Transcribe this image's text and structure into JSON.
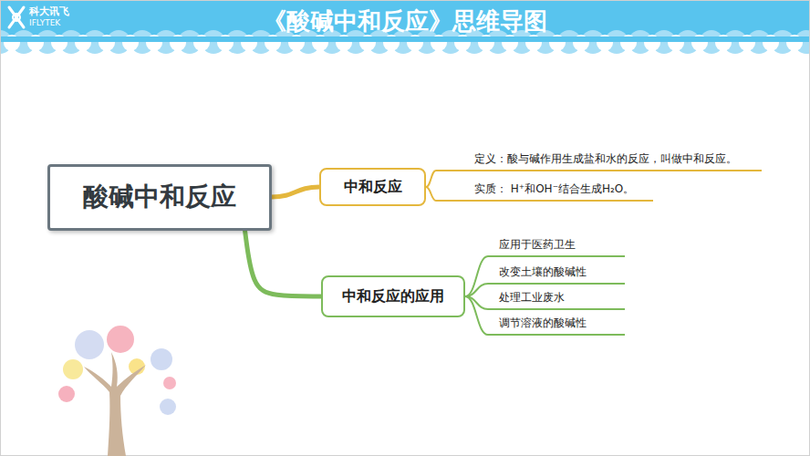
{
  "diagram": {
    "title": "《酸碱中和反应》思维导图",
    "nodes": [
      {
        "text": [
          "酸碱中和反应"
        ]
      },
      {
        "text": [
          "中和反应"
        ]
      },
      {
        "text": [
          "定义：酸与碱作用生成盐和水的反应，叫做中和反应。"
        ]
      },
      {
        "text": [
          "实质：  H⁺和OH⁻结合生成H₂O。"
        ]
      },
      {
        "text": [
          "中和反应的应用"
        ]
      },
      {
        "text": [
          "应用于医药卫生"
        ]
      },
      {
        "text": [
          "改变土壤的酸碱性"
        ]
      },
      {
        "text": [
          "处理工业废水"
        ]
      },
      {
        "text": [
          "调节溶液的酸碱性"
        ]
      }
    ],
    "edges": [
      {
        "from": 0,
        "to": 1,
        "arrow": "none"
      },
      {
        "from": 1,
        "to": 2,
        "arrow": "none"
      },
      {
        "from": 1,
        "to": 3,
        "arrow": "none"
      },
      {
        "from": 0,
        "to": 4,
        "arrow": "none"
      },
      {
        "from": 4,
        "to": 5,
        "arrow": "none"
      },
      {
        "from": 4,
        "to": 6,
        "arrow": "none"
      },
      {
        "from": 4,
        "to": 7,
        "arrow": "none"
      },
      {
        "from": 4,
        "to": 8,
        "arrow": "none"
      }
    ],
    "labels": [
      "科大讯飞",
      "IFLYTEK"
    ]
  }
}
